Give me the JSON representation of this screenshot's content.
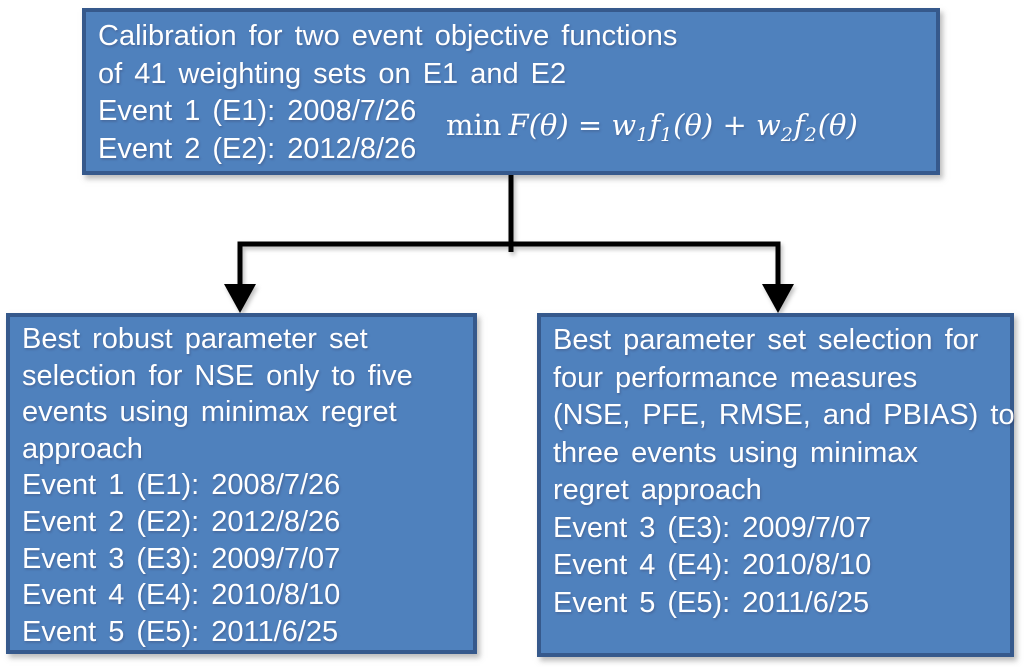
{
  "colors": {
    "background": "#ffffff",
    "box_fill": "#4f81bd",
    "box_border": "#36598c",
    "text": "#ffffff",
    "connector": "#000000"
  },
  "top_box": {
    "lines": [
      "Calibration for two event objective functions",
      "of 41 weighting sets on E1 and E2",
      "Event 1 (E1): 2008/7/26",
      "Event 2 (E2): 2012/8/26"
    ],
    "formula": {
      "min": "min",
      "p1": "F(θ) = w",
      "s1": "1",
      "p2": "f",
      "s2": "1",
      "p3": "(θ) + w",
      "s3": "2",
      "p4": "f",
      "s4": "2",
      "p5": "(θ)"
    }
  },
  "left_box": {
    "lines": [
      "Best robust parameter set",
      "selection for NSE only to five",
      "events using minimax regret",
      "approach",
      "Event 1 (E1): 2008/7/26",
      "Event 2 (E2): 2012/8/26",
      "Event 3 (E3): 2009/7/07",
      "Event 4 (E4): 2010/8/10",
      "Event 5 (E5): 2011/6/25"
    ]
  },
  "right_box": {
    "lines": [
      "Best parameter set selection for",
      "four performance measures",
      "(NSE, PFE, RMSE, and PBIAS) to",
      "three events using minimax",
      "regret approach",
      "Event 3 (E3): 2009/7/07",
      "Event 4 (E4): 2010/8/10",
      "Event 5 (E5): 2011/6/25"
    ]
  }
}
